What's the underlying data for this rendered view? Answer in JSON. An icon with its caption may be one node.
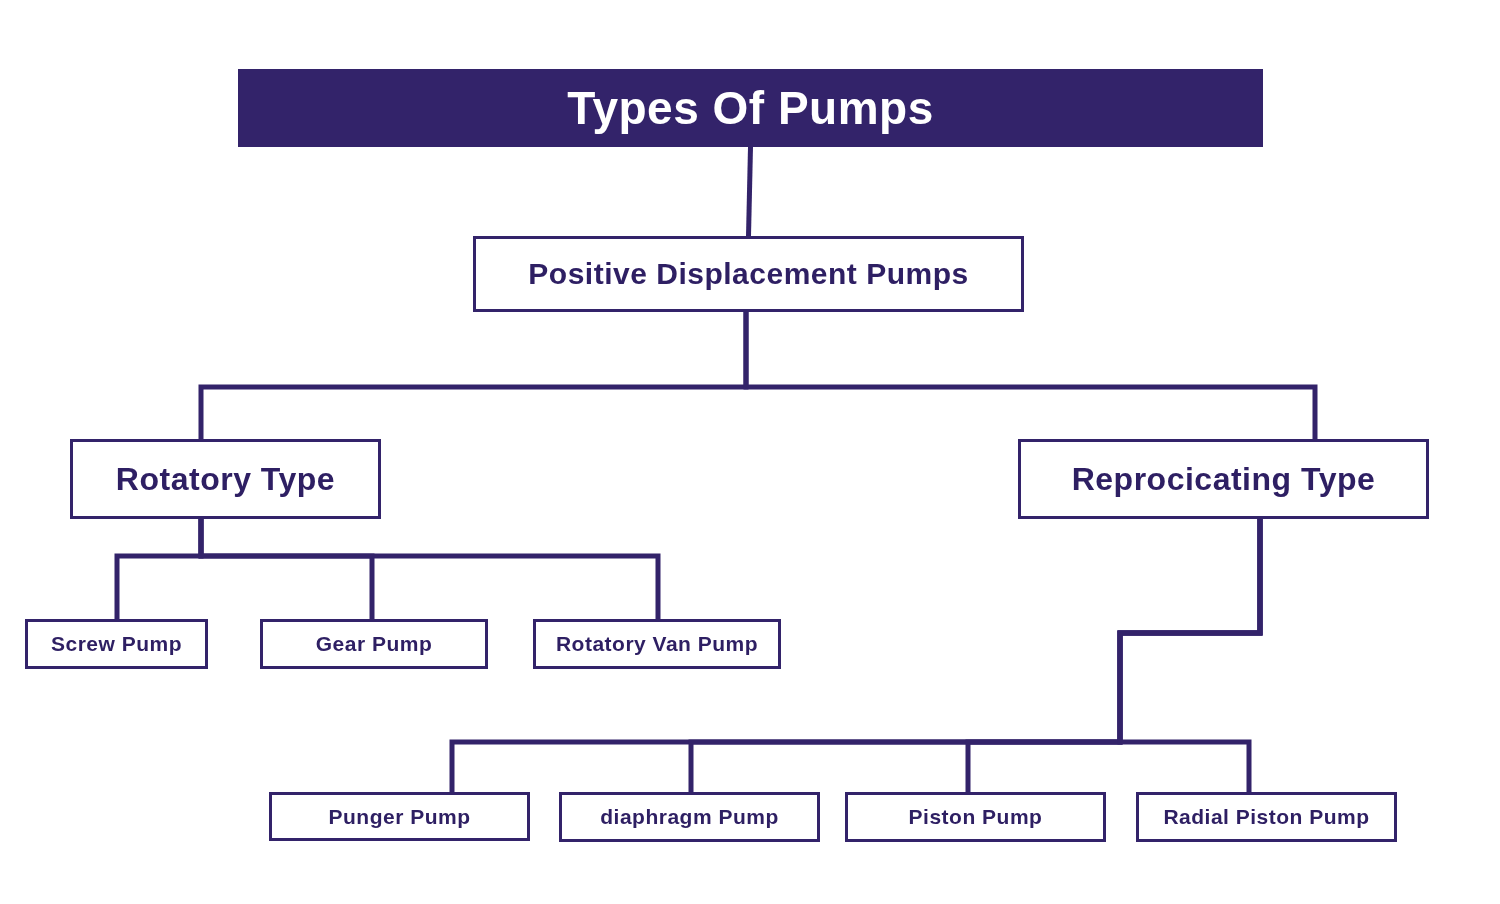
{
  "diagram": {
    "nodes": [
      {
        "text": [
          "Types Of Pumps"
        ]
      },
      {
        "text": [
          "Positive Displacement Pumps"
        ]
      },
      {
        "text": [
          "Rotatory Type"
        ]
      },
      {
        "text": [
          "Reprocicating Type"
        ]
      },
      {
        "text": [
          "Screw Pump"
        ]
      },
      {
        "text": [
          "Gear Pump"
        ]
      },
      {
        "text": [
          "Rotatory Van Pump"
        ]
      },
      {
        "text": [
          "Punger Pump"
        ]
      },
      {
        "text": [
          "diaphragm Pump"
        ]
      },
      {
        "text": [
          "Piston Pump"
        ]
      },
      {
        "text": [
          "Radial Piston Pump"
        ]
      }
    ],
    "edges": [
      {
        "from": 0,
        "to": 1,
        "arrow": "none"
      },
      {
        "from": 1,
        "to": 2,
        "arrow": "none"
      },
      {
        "from": 1,
        "to": 3,
        "arrow": "none"
      },
      {
        "from": 2,
        "to": 4,
        "arrow": "none"
      },
      {
        "from": 2,
        "to": 5,
        "arrow": "none"
      },
      {
        "from": 2,
        "to": 6,
        "arrow": "none"
      },
      {
        "from": 3,
        "to": 7,
        "arrow": "none"
      },
      {
        "from": 3,
        "to": 8,
        "arrow": "none"
      },
      {
        "from": 3,
        "to": 9,
        "arrow": "none"
      },
      {
        "from": 3,
        "to": 10,
        "arrow": "none"
      }
    ]
  }
}
